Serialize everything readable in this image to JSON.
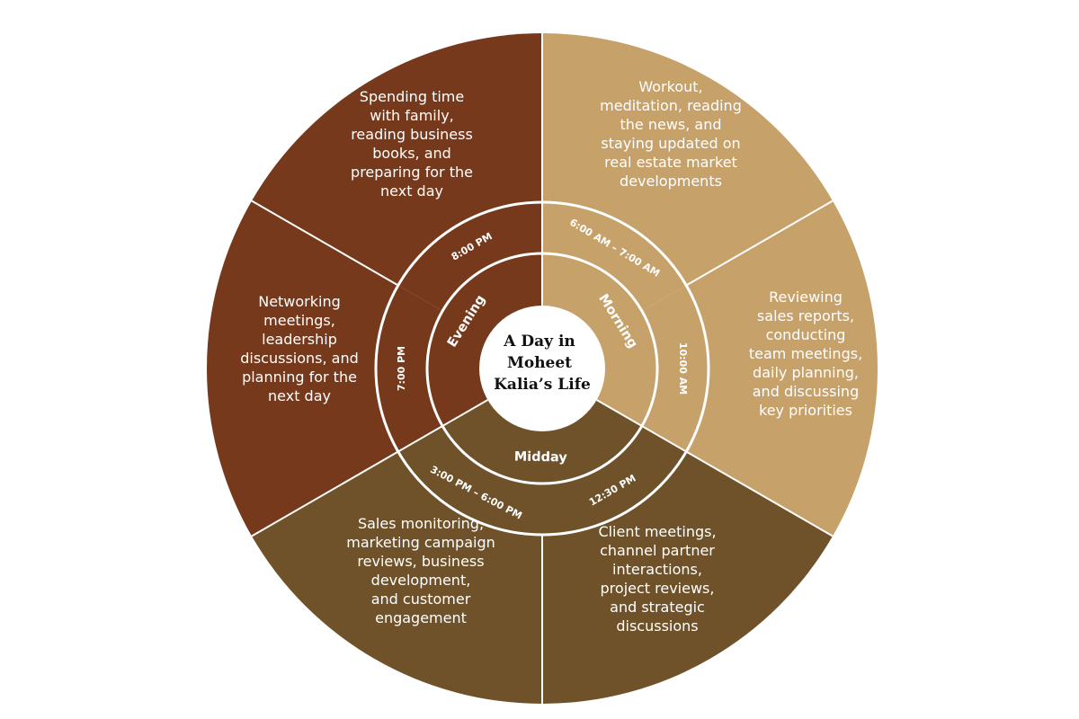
{
  "title_lines": [
    "A Day in",
    "Moheet",
    "Kalia’s Life"
  ],
  "colors": {
    "morning": "#c7a16a",
    "midday": "#6f5229",
    "evening": "#77391b",
    "divider": "#ffffff",
    "center": "#ffffff"
  },
  "periods": [
    {
      "id": "morning",
      "label": "Morning"
    },
    {
      "id": "midday",
      "label": "Midday"
    },
    {
      "id": "evening",
      "label": "Evening"
    }
  ],
  "segments": [
    {
      "id": "morning-early",
      "period": "morning",
      "time": "6:00 AM – 7:00 AM",
      "lines": [
        "Workout,",
        "meditation, reading",
        "the news, and",
        "staying updated on",
        "real estate market",
        "developments"
      ]
    },
    {
      "id": "morning-late",
      "period": "morning",
      "time": "10:00 AM",
      "lines": [
        "Reviewing",
        "sales reports,",
        "conducting",
        "team meetings,",
        "daily planning,",
        "and discussing",
        "key priorities"
      ]
    },
    {
      "id": "midday-early",
      "period": "midday",
      "time": "12:30 PM",
      "lines": [
        "Client meetings,",
        "channel partner",
        "interactions,",
        "project reviews,",
        "and strategic",
        "discussions"
      ]
    },
    {
      "id": "midday-late",
      "period": "midday",
      "time": "3:00 PM – 6:00 PM",
      "lines": [
        "Sales monitoring,",
        "marketing campaign",
        "reviews, business",
        "development,",
        "and customer",
        "engagement"
      ]
    },
    {
      "id": "evening-early",
      "period": "evening",
      "time": "7:00 PM",
      "lines": [
        "Networking",
        "meetings,",
        "leadership",
        "discussions, and",
        "planning for the",
        "next day"
      ]
    },
    {
      "id": "evening-late",
      "period": "evening",
      "time": "8:00 PM",
      "lines": [
        "Spending time",
        "with family,",
        "reading business",
        "books, and",
        "preparing for the",
        "next day"
      ]
    }
  ]
}
